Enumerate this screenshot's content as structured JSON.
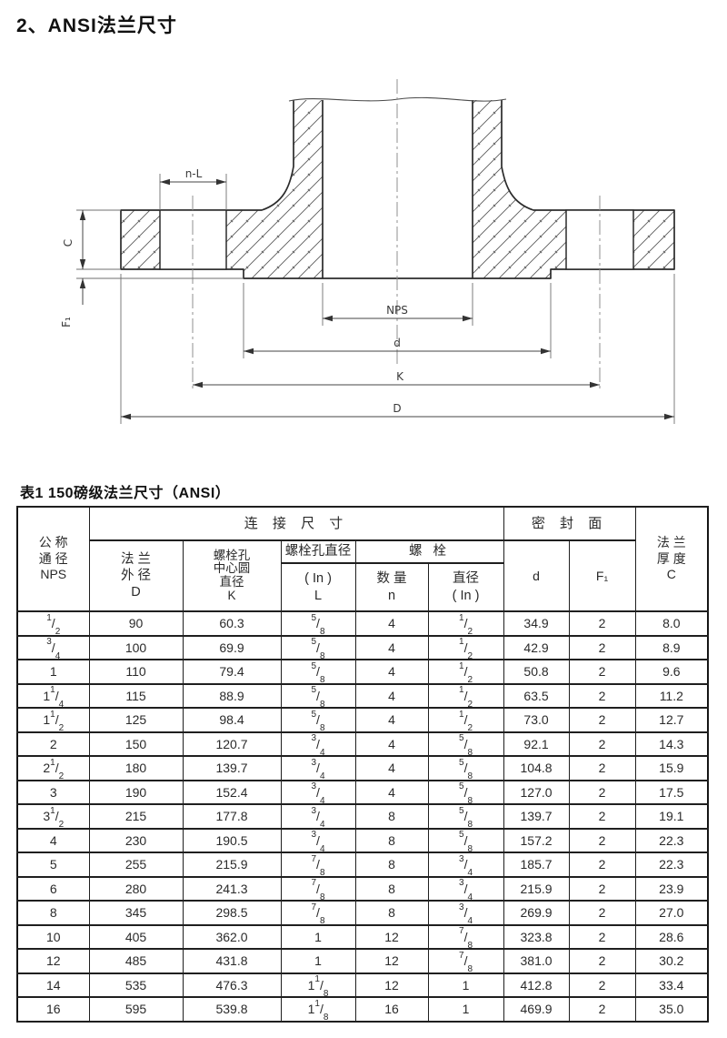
{
  "page": {
    "title": "2、ANSI法兰尺寸"
  },
  "drawing": {
    "labels": {
      "bolt_hole_dim": "n-L",
      "thickness_dim": "C",
      "face_height_dim": "F₁",
      "bore_dim": "NPS",
      "face_dia_dim": "d",
      "bolt_circle_dim": "K",
      "outer_dia_dim": "D"
    }
  },
  "table": {
    "caption": "表1 150磅级法兰尺寸（ANSI）",
    "header": {
      "nps_lines": [
        "公 称",
        "通 径",
        "NPS"
      ],
      "connection_group": "连 接 尺 寸",
      "seal_group": "密 封 面",
      "flange_od_lines": [
        "法 兰",
        "外 径",
        "D"
      ],
      "bolt_circle_lines": [
        "螺栓孔",
        "中心圆",
        "直径",
        "K"
      ],
      "bolt_hole_dia_label": "螺栓孔直径",
      "bolt_hole_dia_lines": [
        "( In )",
        "L"
      ],
      "bolt_group": "螺 栓",
      "bolt_qty_lines": [
        "数 量",
        "n"
      ],
      "bolt_dia_lines": [
        "直径",
        "( In )"
      ],
      "seal_d": "d",
      "seal_f1": "F₁",
      "thickness_lines": [
        "法 兰",
        "厚 度",
        "C"
      ]
    },
    "columns": [
      "nps",
      "D",
      "K",
      "L",
      "n",
      "bolt_dia",
      "d",
      "F1",
      "C"
    ],
    "fraction_columns": [
      "nps",
      "L",
      "bolt_dia"
    ],
    "rows": [
      {
        "nps": "1/2",
        "D": "90",
        "K": "60.3",
        "L": "5/8",
        "n": "4",
        "bolt_dia": "1/2",
        "d": "34.9",
        "F1": "2",
        "C": "8.0"
      },
      {
        "nps": "3/4",
        "D": "100",
        "K": "69.9",
        "L": "5/8",
        "n": "4",
        "bolt_dia": "1/2",
        "d": "42.9",
        "F1": "2",
        "C": "8.9"
      },
      {
        "nps": "1",
        "D": "110",
        "K": "79.4",
        "L": "5/8",
        "n": "4",
        "bolt_dia": "1/2",
        "d": "50.8",
        "F1": "2",
        "C": "9.6"
      },
      {
        "nps": "1 1/4",
        "D": "115",
        "K": "88.9",
        "L": "5/8",
        "n": "4",
        "bolt_dia": "1/2",
        "d": "63.5",
        "F1": "2",
        "C": "11.2"
      },
      {
        "nps": "1 1/2",
        "D": "125",
        "K": "98.4",
        "L": "5/8",
        "n": "4",
        "bolt_dia": "1/2",
        "d": "73.0",
        "F1": "2",
        "C": "12.7"
      },
      {
        "nps": "2",
        "D": "150",
        "K": "120.7",
        "L": "3/4",
        "n": "4",
        "bolt_dia": "5/8",
        "d": "92.1",
        "F1": "2",
        "C": "14.3"
      },
      {
        "nps": "2 1/2",
        "D": "180",
        "K": "139.7",
        "L": "3/4",
        "n": "4",
        "bolt_dia": "5/8",
        "d": "104.8",
        "F1": "2",
        "C": "15.9"
      },
      {
        "nps": "3",
        "D": "190",
        "K": "152.4",
        "L": "3/4",
        "n": "4",
        "bolt_dia": "5/8",
        "d": "127.0",
        "F1": "2",
        "C": "17.5"
      },
      {
        "nps": "3 1/2",
        "D": "215",
        "K": "177.8",
        "L": "3/4",
        "n": "8",
        "bolt_dia": "5/8",
        "d": "139.7",
        "F1": "2",
        "C": "19.1"
      },
      {
        "nps": "4",
        "D": "230",
        "K": "190.5",
        "L": "3/4",
        "n": "8",
        "bolt_dia": "5/8",
        "d": "157.2",
        "F1": "2",
        "C": "22.3"
      },
      {
        "nps": "5",
        "D": "255",
        "K": "215.9",
        "L": "7/8",
        "n": "8",
        "bolt_dia": "3/4",
        "d": "185.7",
        "F1": "2",
        "C": "22.3"
      },
      {
        "nps": "6",
        "D": "280",
        "K": "241.3",
        "L": "7/8",
        "n": "8",
        "bolt_dia": "3/4",
        "d": "215.9",
        "F1": "2",
        "C": "23.9"
      },
      {
        "nps": "8",
        "D": "345",
        "K": "298.5",
        "L": "7/8",
        "n": "8",
        "bolt_dia": "3/4",
        "d": "269.9",
        "F1": "2",
        "C": "27.0"
      },
      {
        "nps": "10",
        "D": "405",
        "K": "362.0",
        "L": "1",
        "n": "12",
        "bolt_dia": "7/8",
        "d": "323.8",
        "F1": "2",
        "C": "28.6"
      },
      {
        "nps": "12",
        "D": "485",
        "K": "431.8",
        "L": "1",
        "n": "12",
        "bolt_dia": "7/8",
        "d": "381.0",
        "F1": "2",
        "C": "30.2"
      },
      {
        "nps": "14",
        "D": "535",
        "K": "476.3",
        "L": "1 1/8",
        "n": "12",
        "bolt_dia": "1",
        "d": "412.8",
        "F1": "2",
        "C": "33.4"
      },
      {
        "nps": "16",
        "D": "595",
        "K": "539.8",
        "L": "1 1/8",
        "n": "16",
        "bolt_dia": "1",
        "d": "469.9",
        "F1": "2",
        "C": "35.0"
      }
    ]
  }
}
